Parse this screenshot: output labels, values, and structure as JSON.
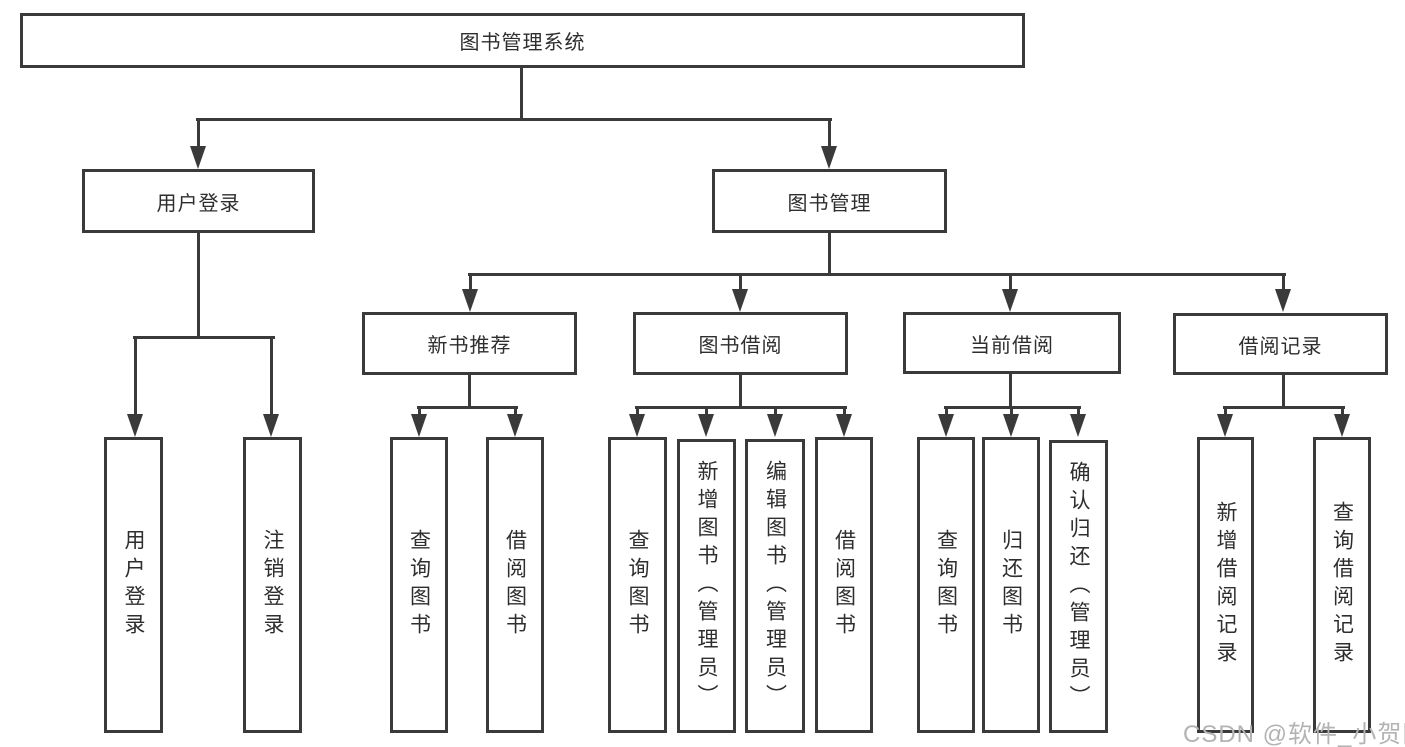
{
  "colors": {
    "line": "#3a3a3a",
    "text": "#2e2e2e",
    "background": "#ffffff",
    "watermark": "#b3b3b3"
  },
  "tree": {
    "root": {
      "label": "图书管理系统"
    },
    "children": [
      {
        "label": "用户登录",
        "children": [
          {
            "label": "用户登录"
          },
          {
            "label": "注销登录"
          }
        ]
      },
      {
        "label": "图书管理",
        "children": [
          {
            "label": "新书推荐",
            "children": [
              {
                "label": "查询图书"
              },
              {
                "label": "借阅图书"
              }
            ]
          },
          {
            "label": "图书借阅",
            "children": [
              {
                "label": "查询图书"
              },
              {
                "label": "新增图书（管理员）"
              },
              {
                "label": "编辑图书（管理员）"
              },
              {
                "label": "借阅图书"
              }
            ]
          },
          {
            "label": "当前借阅",
            "children": [
              {
                "label": "查询图书"
              },
              {
                "label": "归还图书"
              },
              {
                "label": "确认归还（管理员）"
              }
            ]
          },
          {
            "label": "借阅记录",
            "children": [
              {
                "label": "新增借阅记录"
              },
              {
                "label": "查询借阅记录"
              }
            ]
          }
        ]
      }
    ]
  },
  "watermark": "CSDN @软件_小贺同学"
}
